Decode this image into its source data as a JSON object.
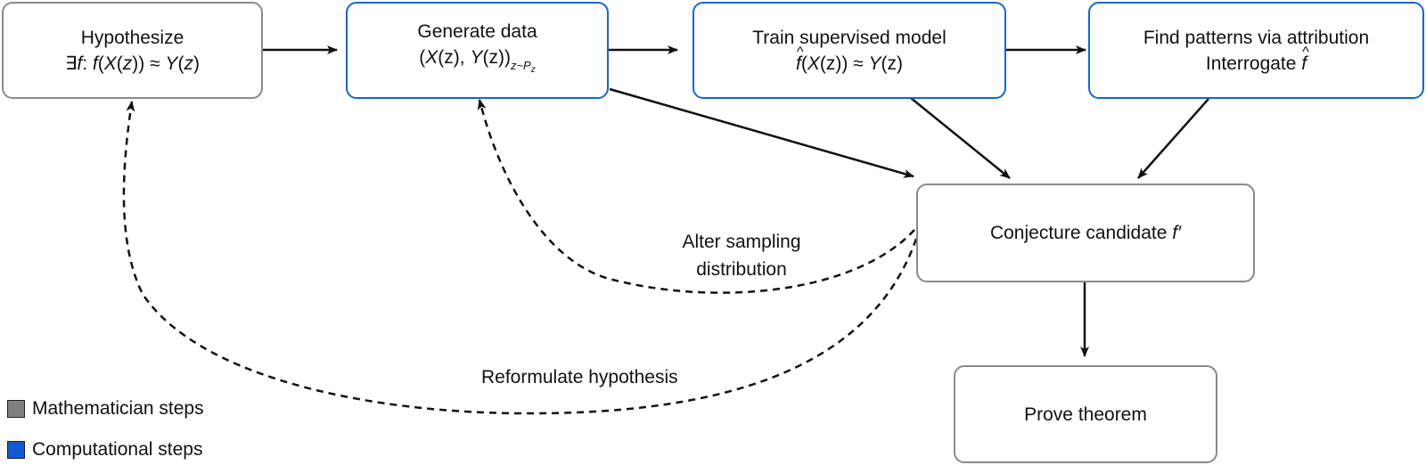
{
  "nodes": {
    "hypothesize": {
      "title": "Hypothesize",
      "exists": "∃",
      "f": "f",
      "colon_space": ": ",
      "f2": "f",
      "open1": "(",
      "X": "X",
      "open2": "(",
      "z1": "z",
      "close1": "))",
      "approx": " ≈ ",
      "Y": "Y",
      "open3": "(",
      "z2": "z",
      "close2": ")"
    },
    "generate": {
      "title": "Generate data",
      "open": "(",
      "X": "X",
      "zpart1": "(z), ",
      "Y": "Y",
      "zpart2": "(z))",
      "sub_z": "z~P",
      "sub_Pz": "z"
    },
    "train": {
      "title": "Train supervised model",
      "fhat": "f",
      "expr1": "(",
      "X": "X",
      "expr2": "(z)) ≈ ",
      "Y": "Y",
      "expr3": "(z)"
    },
    "attribution": {
      "title": "Find patterns via attribution",
      "line2": "Interrogate ",
      "fhat": "f"
    },
    "conjecture": {
      "text": "Conjecture candidate ",
      "fprime": "f′"
    },
    "prove": {
      "text": "Prove theorem"
    }
  },
  "edge_labels": {
    "alter_line1": "Alter sampling",
    "alter_line2": "distribution",
    "reformulate": "Reformulate hypothesis"
  },
  "legend": {
    "math": {
      "label": "Mathematician steps",
      "color": "#808080"
    },
    "comp": {
      "label": "Computational steps",
      "color": "#1258d1"
    }
  },
  "colors": {
    "math_border": "#8a8a8a",
    "comp_border": "#1565d8",
    "arrow": "#111111"
  }
}
